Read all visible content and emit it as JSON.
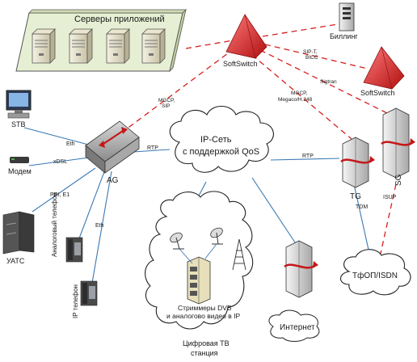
{
  "servers_group": {
    "title": "Серверы приложений"
  },
  "nodes": {
    "softswitch_main": "SoftSwitch",
    "softswitch_2": "SoftSwitch",
    "billing": "Биллинг",
    "stb": "STB",
    "modem": "Модем",
    "ag": "AG",
    "uats": "УАТС",
    "analog_phone": "Аналоговый телефон",
    "ip_phone": "IP телефон",
    "tg": "TG",
    "sg": "SG",
    "pstn": "ТфОП/ISDN",
    "internet": "Интернет",
    "dvb_streamers_line1": "Стриммеры DVB",
    "dvb_streamers_line2": "и аналогово видео в IP",
    "tv_station_line1": "Цифровая ТВ",
    "tv_station_line2": "станция"
  },
  "cloud": {
    "line1": "IP-Сеть",
    "line2": "с поддержкой QoS"
  },
  "link_labels": {
    "mgcp_sip_1": "MGCP,",
    "mgcp_sip_2": "SIP",
    "eth_stb": "Eth",
    "xdsl": "xDSL",
    "pri": "PRI, E1",
    "eth_phone": "Eth",
    "rtp_ag": "RTP",
    "rtp_tg": "RTP",
    "sipt_1": "SIP-T,",
    "sipt_2": "BICC",
    "sigtran": "Sigtran",
    "megaco_1": "MGCP,",
    "megaco_2": "Megaco/H.248",
    "tdm": "TDM",
    "isup": "ISUP"
  },
  "colors": {
    "control_link": "#d42020",
    "media_link": "#3a79b4",
    "softswitch": "#e03030",
    "server_group_bg": "#e6efd3",
    "accent_arrow": "#c41818"
  }
}
